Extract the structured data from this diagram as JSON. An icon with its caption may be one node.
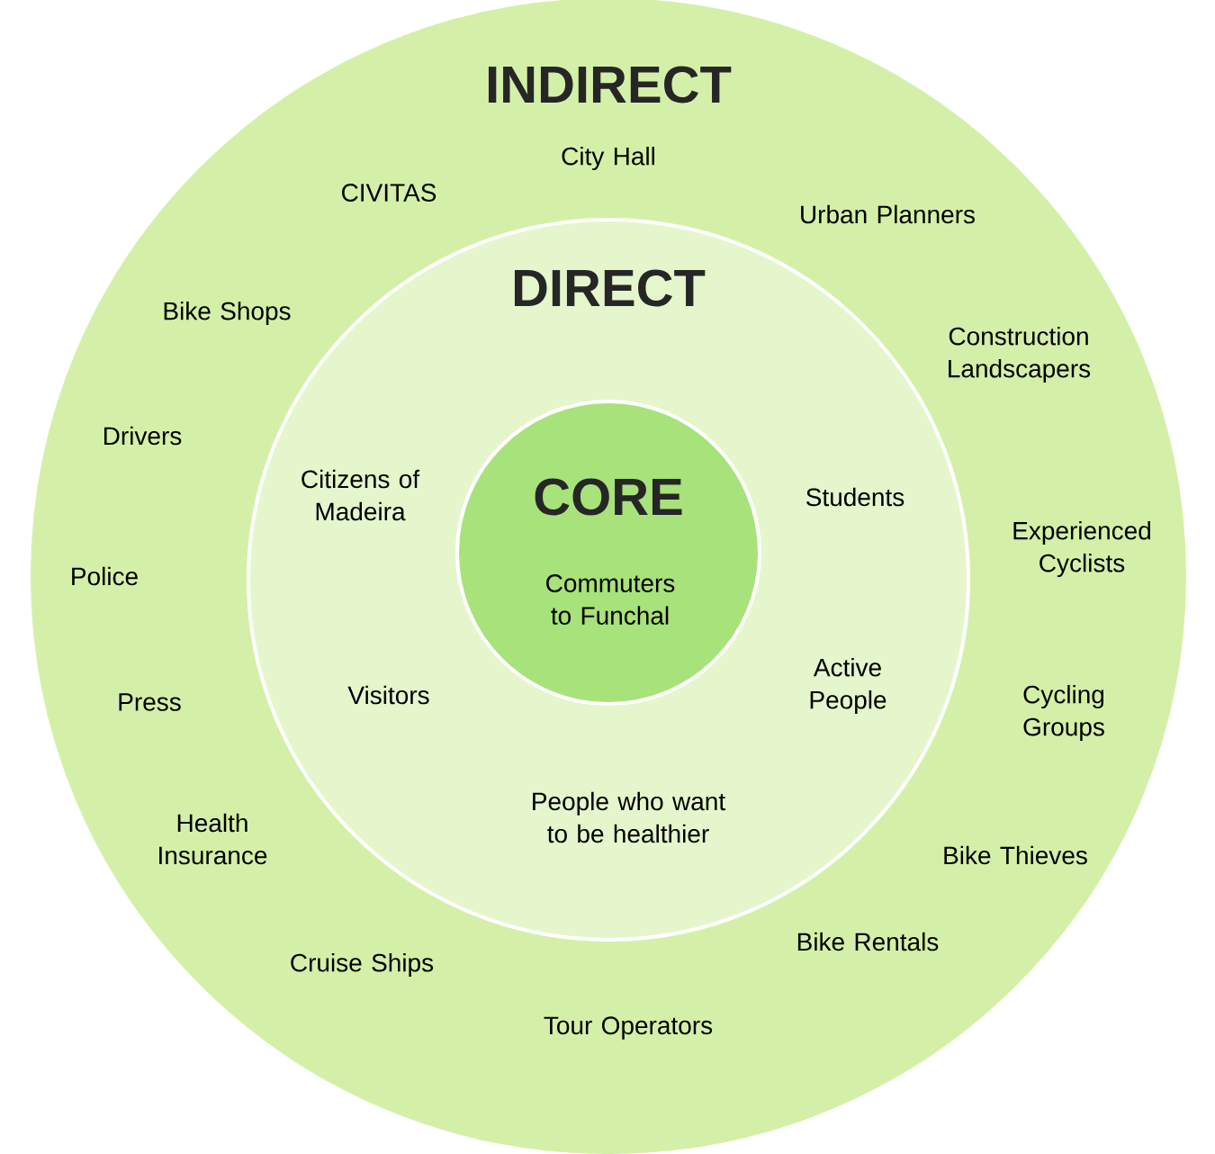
{
  "diagram": {
    "nodes": [
      {
        "text": [
          "INDIRECT"
        ]
      },
      {
        "text": [
          "DIRECT"
        ],
        "in": 0
      },
      {
        "text": [
          "CORE",
          "Commuters to Funchal"
        ],
        "in": 1
      }
    ],
    "labels": [
      "City Hall",
      "CIVITAS",
      "Urban Planners",
      "Bike Shops",
      "Construction Landscapers",
      "Drivers",
      "Citizens of Madeira",
      "Students",
      "Experienced Cyclists",
      "Police",
      "Visitors",
      "Active People",
      "Press",
      "Cycling Groups",
      "People who want to be healthier",
      "Health Insurance",
      "Bike Thieves",
      "Bike Rentals",
      "Cruise Ships",
      "Tour Operators"
    ]
  }
}
